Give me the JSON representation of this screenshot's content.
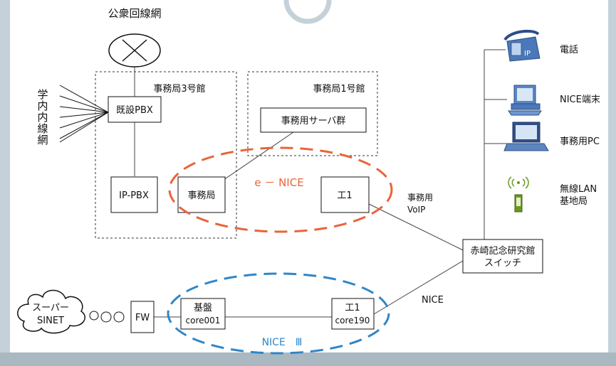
{
  "public_network": "公衆回線網",
  "campus_lines": [
    "学",
    "内",
    "内",
    "線",
    "網"
  ],
  "building3": "事務局3号館",
  "building1": "事務局1号館",
  "legacy_pbx": "既設PBX",
  "ip_pbx": "IP-PBX",
  "office_server_group": "事務用サーバ群",
  "office_node": "事務局",
  "eng_node_top": "工1",
  "e_nice": "e － NICE",
  "office_voip": [
    "事務用",
    "VoIP"
  ],
  "akasaki_switch": [
    "赤崎記念研究館",
    "スイッチ"
  ],
  "super_sinet": [
    "スーパー",
    "SINET"
  ],
  "fw": "FW",
  "core001": [
    "基盤",
    "core001"
  ],
  "core190": [
    "工1",
    "core190"
  ],
  "nice3": "NICE　Ⅲ",
  "nice_link": "NICE",
  "devices": {
    "phone": "電話",
    "phone_badge": "IP",
    "nice_terminal": "NICE端末",
    "office_pc": "事務用PC",
    "wlan": [
      "無線LAN",
      "基地局"
    ]
  },
  "colors": {
    "e_nice": "#e8643a",
    "nice3": "#2f86c8",
    "background": "#c5d1d8"
  }
}
